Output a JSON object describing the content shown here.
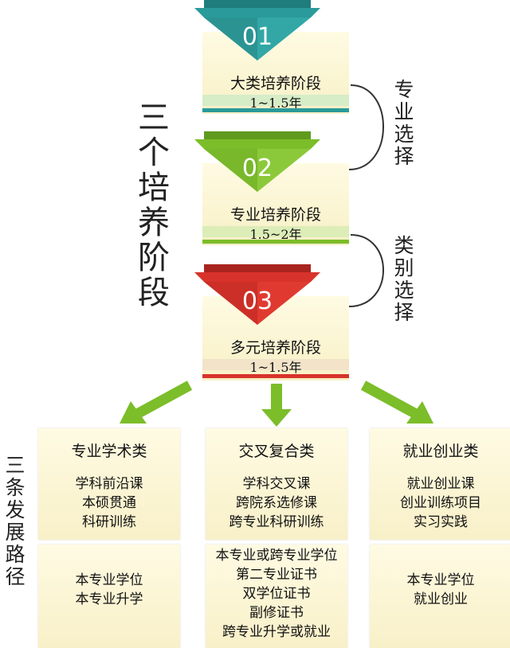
{
  "left_title": "三个培养阶段",
  "bottom_left_title": "三条发展路径",
  "stages": [
    {
      "number": "01",
      "name": "大类培养阶段",
      "duration": "1~1.5年",
      "color": "#2a9a9a"
    },
    {
      "number": "02",
      "name": "专业培养阶段",
      "duration": "1.5~2年",
      "color": "#7cbd2a"
    },
    {
      "number": "03",
      "name": "多元培养阶段",
      "duration": "1~1.5年",
      "color": "#d8332b"
    }
  ],
  "transitions": [
    "专业选择",
    "类别选择"
  ],
  "paths": [
    {
      "title": "专业学术类",
      "items": [
        "学科前沿课",
        "本硕贯通",
        "科研训练"
      ],
      "outcomes": [
        "本专业学位",
        "本专业升学"
      ]
    },
    {
      "title": "交叉复合类",
      "items": [
        "学科交叉课",
        "跨院系选修课",
        "跨专业科研训练"
      ],
      "outcomes": [
        "本专业或跨专业学位",
        "第二专业证书",
        "双学位证书",
        "副修证书",
        "跨专业升学或就业"
      ]
    },
    {
      "title": "就业创业类",
      "items": [
        "就业创业课",
        "创业训练项目",
        "实习实践"
      ],
      "outcomes": [
        "本专业学位",
        "就业创业"
      ]
    }
  ]
}
